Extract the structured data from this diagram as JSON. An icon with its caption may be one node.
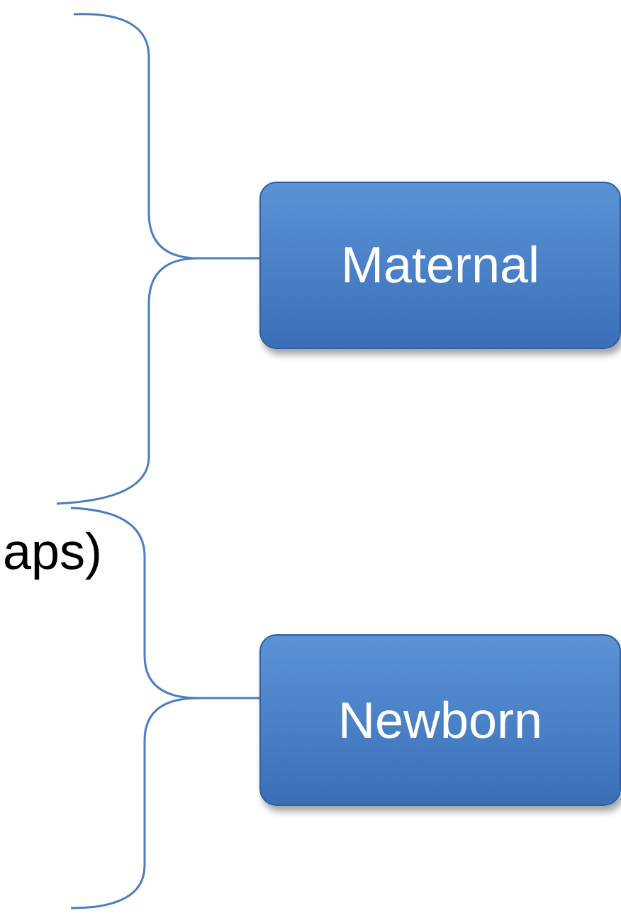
{
  "diagram": {
    "nodes": [
      {
        "text": [
          "Maternal"
        ]
      },
      {
        "text": [
          "Newborn"
        ]
      }
    ],
    "labels": [
      "aps)"
    ]
  }
}
